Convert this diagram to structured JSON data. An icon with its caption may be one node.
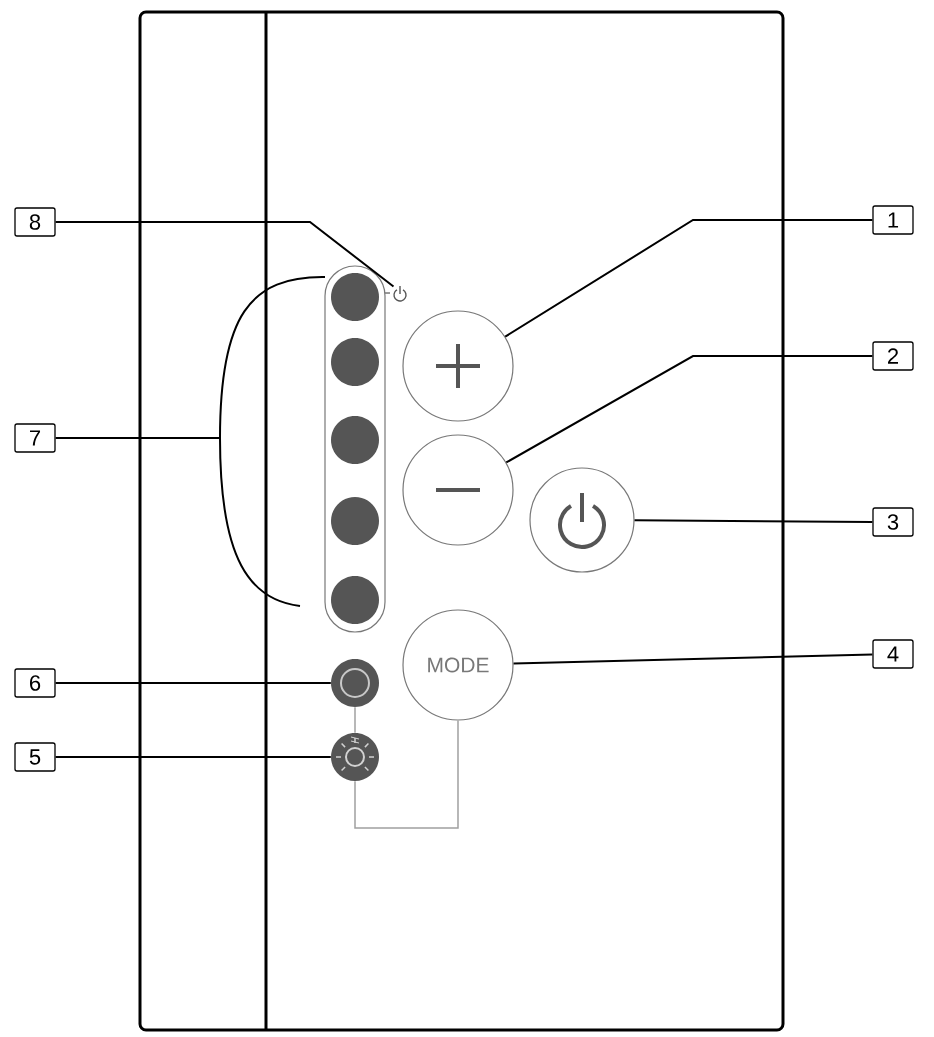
{
  "diagram": {
    "nodes": [
      {
        "text": [
          "8"
        ]
      },
      {
        "text": [
          "1"
        ]
      },
      {
        "text": [],
        "shape": "icon"
      },
      {
        "text": [],
        "shape": "bar"
      },
      {
        "text": [],
        "shape": "circle"
      },
      {
        "text": [
          "2"
        ]
      },
      {
        "text": [
          "7"
        ]
      },
      {
        "text": [],
        "shape": "circle"
      },
      {
        "text": [],
        "shape": "circle"
      },
      {
        "text": [
          "3"
        ]
      },
      {
        "text": [
          "MODE"
        ]
      },
      {
        "text": [
          "4"
        ]
      },
      {
        "text": [
          "6"
        ]
      },
      {
        "text": [],
        "shape": "circle"
      },
      {
        "text": [
          "5"
        ]
      },
      {
        "text": [],
        "shape": "circle"
      }
    ],
    "edges": [
      {
        "from": 0,
        "to": 2,
        "arrow": "none"
      },
      {
        "from": 1,
        "to": 4,
        "arrow": "none"
      },
      {
        "from": 5,
        "to": 7,
        "arrow": "none"
      },
      {
        "from": 6,
        "to": 3,
        "arrow": "none"
      },
      {
        "from": 9,
        "to": 8,
        "arrow": "none"
      },
      {
        "from": 11,
        "to": 10,
        "arrow": "none"
      },
      {
        "from": 12,
        "to": 13,
        "arrow": "none"
      },
      {
        "from": 14,
        "to": 15,
        "arrow": "none"
      },
      {
        "from": 13,
        "to": 15,
        "arrow": "none",
        "color": "#a0a0a0"
      },
      {
        "from": 15,
        "to": 10,
        "arrow": "none",
        "color": "#a0a0a0"
      }
    ]
  }
}
